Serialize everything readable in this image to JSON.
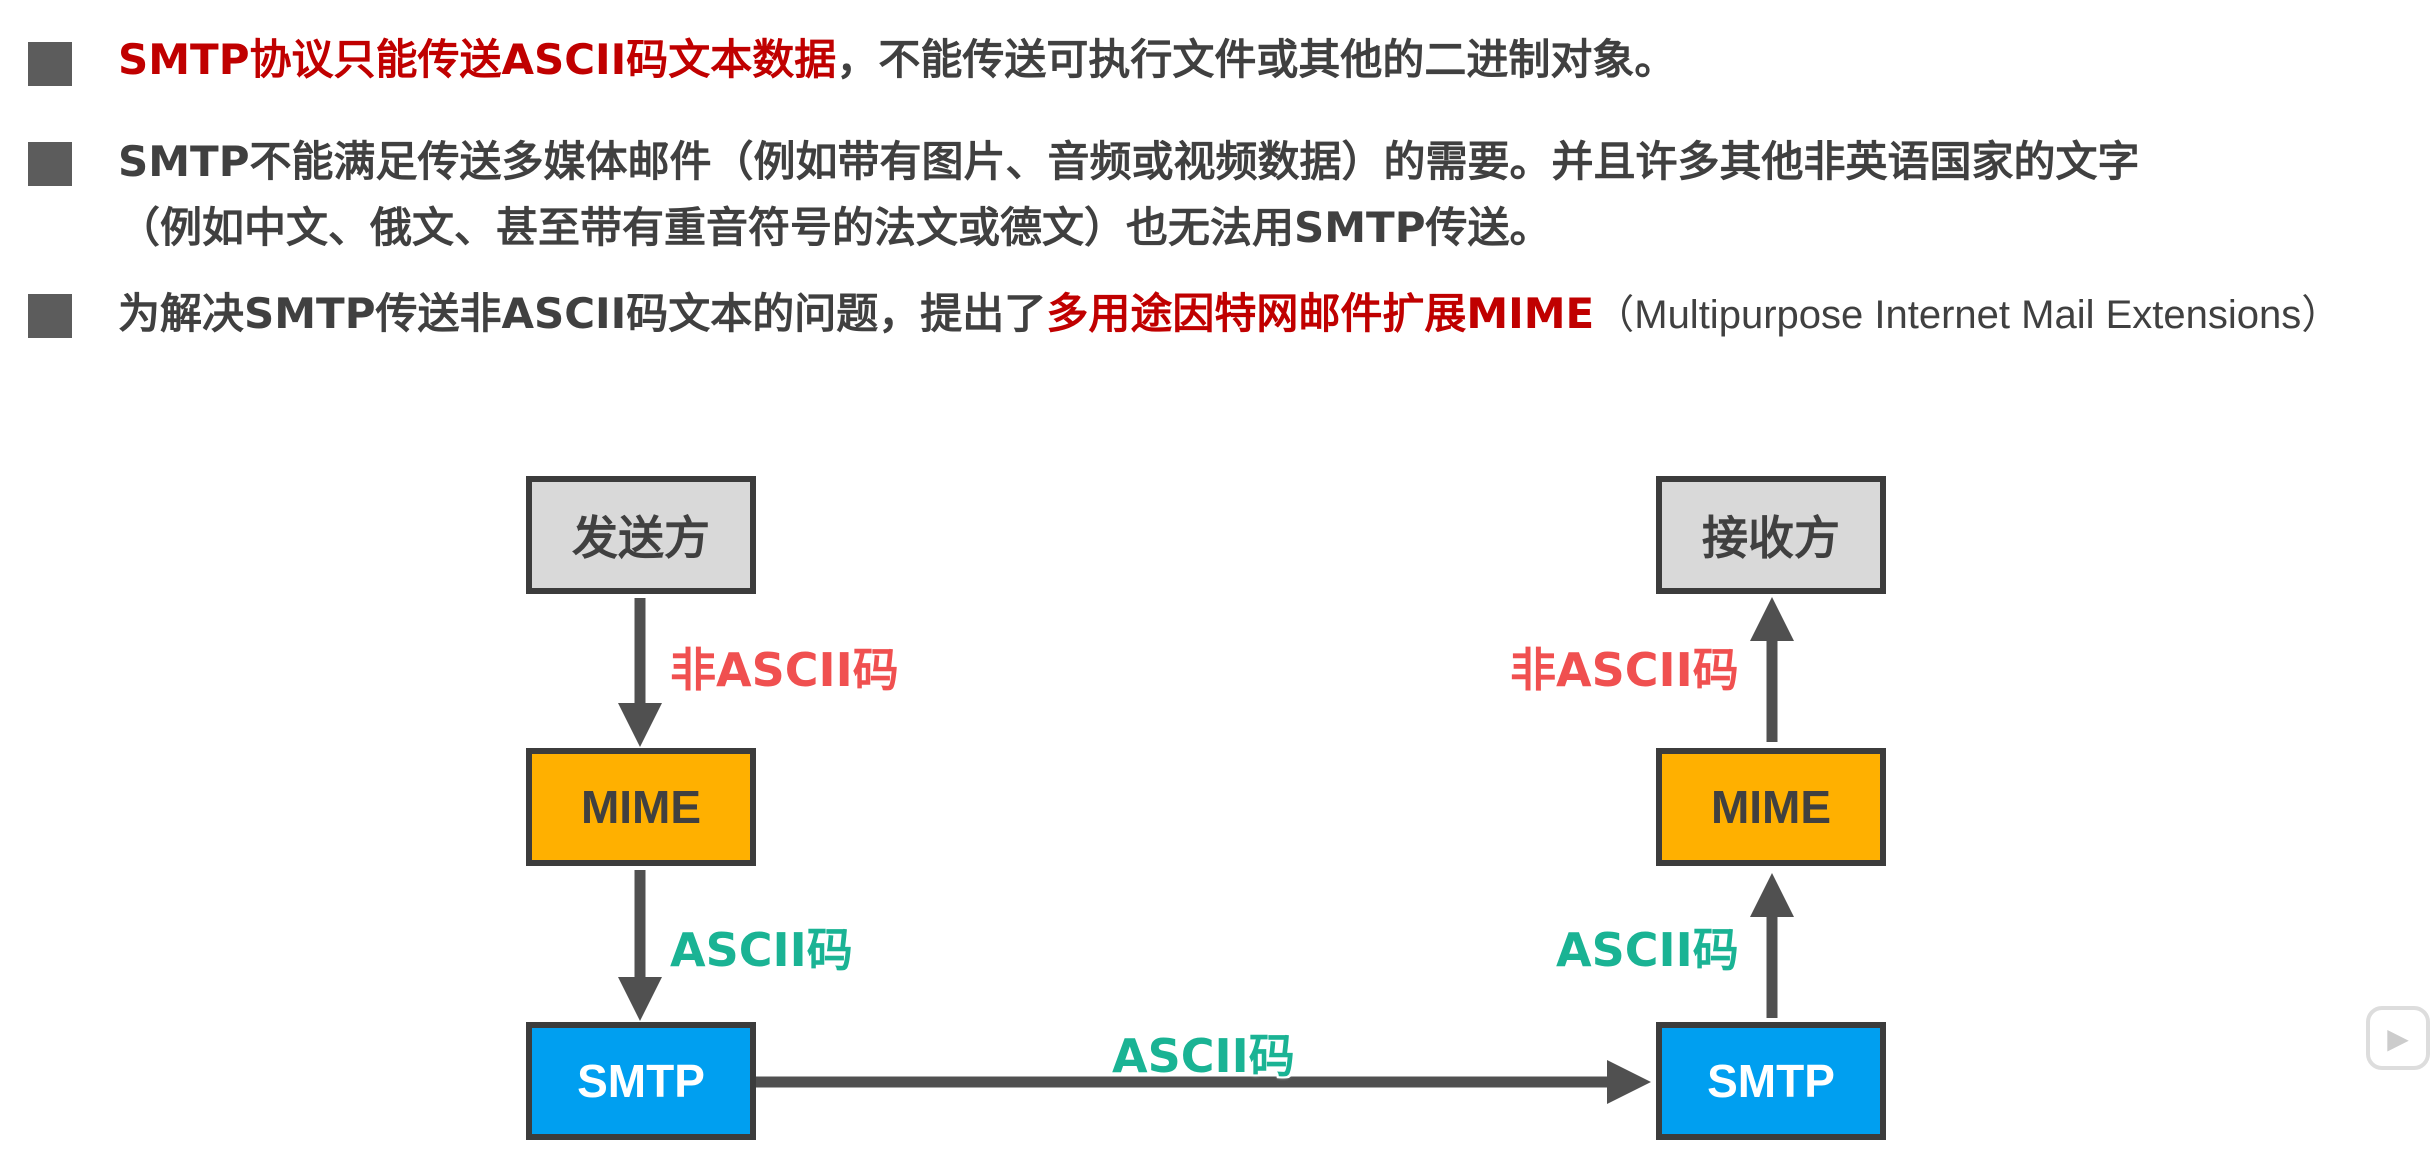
{
  "bullets": [
    {
      "highlight": "SMTP协议只能传送ASCII码文本数据",
      "rest": "，不能传送可执行文件或其他的二进制对象。"
    },
    {
      "line1": "SMTP不能满足传送多媒体邮件（例如带有图片、音频或视频数据）的需要。并且许多其他非英语国家的文字",
      "line2": "（例如中文、俄文、甚至带有重音符号的法文或德文）也无法用SMTP传送。"
    },
    {
      "prefix": "为解决SMTP传送非ASCII码文本的问题，提出了",
      "highlight": "多用途因特网邮件扩展MIME",
      "paren_open": "（",
      "acronym_parts": [
        {
          "cap": "M",
          "rest": "ultipurpose "
        },
        {
          "cap": "I",
          "rest": "nternet "
        },
        {
          "cap": "M",
          "rest": "ail "
        },
        {
          "cap": "E",
          "rest": "xtensions"
        }
      ],
      "paren_close": "）"
    }
  ],
  "diagram": {
    "sender": "发送方",
    "receiver": "接收方",
    "mime_left": "MIME",
    "mime_right": "MIME",
    "smtp_left": "SMTP",
    "smtp_right": "SMTP",
    "label_non_ascii_left": "非ASCII码",
    "label_non_ascii_right": "非ASCII码",
    "label_ascii_left": "ASCII码",
    "label_ascii_right": "ASCII码",
    "label_ascii_middle": "ASCII码"
  },
  "colors": {
    "highlight": "#c00000",
    "non_ascii_label": "#f05050",
    "ascii_label": "#1ab394",
    "arrow": "#505050"
  },
  "icons": {
    "watermark": "tv-logo-icon"
  }
}
